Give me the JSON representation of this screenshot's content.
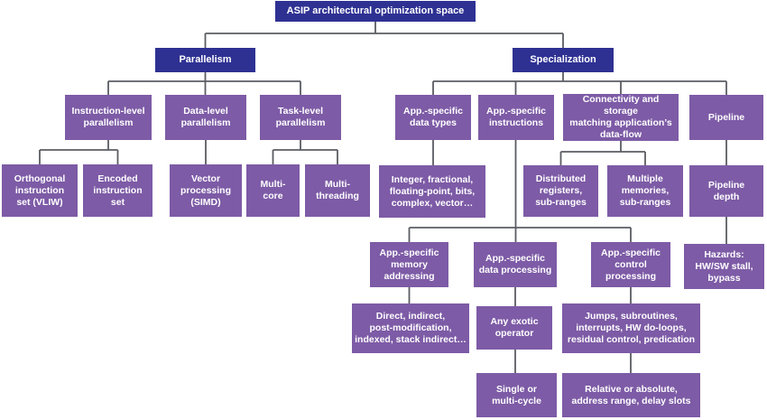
{
  "diagram": {
    "title": "ASIP architectural optimization space",
    "colors": {
      "root_box": "#2e3192",
      "branch_box": "#2e3192",
      "node_box": "#7d5ba6",
      "connector_line": "#5b5d63",
      "text": "#ffffff",
      "background": "#ffffff"
    },
    "nodes": {
      "root": {
        "label": "ASIP architectural optimization space"
      },
      "parallelism": {
        "label": "Parallelism"
      },
      "specialization": {
        "label": "Specialization"
      },
      "ilp": {
        "label": "Instruction-level\nparallelism"
      },
      "dlp": {
        "label": "Data-level\nparallelism"
      },
      "tlp": {
        "label": "Task-level\nparallelism"
      },
      "app_data_types": {
        "label": "App.-specific\ndata types"
      },
      "app_instructions": {
        "label": "App.-specific\ninstructions"
      },
      "connectivity": {
        "label": "Connectivity and storage\nmatching application’s\ndata-flow"
      },
      "pipeline": {
        "label": "Pipeline"
      },
      "orthogonal": {
        "label": "Orthogonal\ninstruction\nset (VLIW)"
      },
      "encoded": {
        "label": "Encoded\ninstruction\nset"
      },
      "vector": {
        "label": "Vector\nprocessing\n(SIMD)"
      },
      "multi_core": {
        "label": "Multi-\ncore"
      },
      "multi_threading": {
        "label": "Multi-\nthreading"
      },
      "data_type_examples": {
        "label": "Integer, fractional,\nfloating-point, bits,\ncomplex, vector…"
      },
      "distributed_registers": {
        "label": "Distributed\nregisters,\nsub-ranges"
      },
      "multiple_memories": {
        "label": "Multiple\nmemories,\nsub-ranges"
      },
      "pipeline_depth": {
        "label": "Pipeline\ndepth"
      },
      "app_memory_addressing": {
        "label": "App.-specific\nmemory\naddressing"
      },
      "app_data_processing": {
        "label": "App.-specific\ndata processing"
      },
      "app_control_processing": {
        "label": "App.-specific\ncontrol\nprocessing"
      },
      "hazards": {
        "label": "Hazards:\nHW/SW stall,\nbypass"
      },
      "addressing_modes": {
        "label": "Direct, indirect,\npost-modification,\nindexed, stack indirect…"
      },
      "exotic_operator": {
        "label": "Any exotic\noperator"
      },
      "control_examples": {
        "label": "Jumps, subroutines,\ninterrupts, HW do-loops,\nresidual control, predication"
      },
      "cycles": {
        "label": "Single or\nmulti-cycle"
      },
      "branch_examples": {
        "label": "Relative or absolute,\naddress range, delay slots"
      }
    }
  }
}
